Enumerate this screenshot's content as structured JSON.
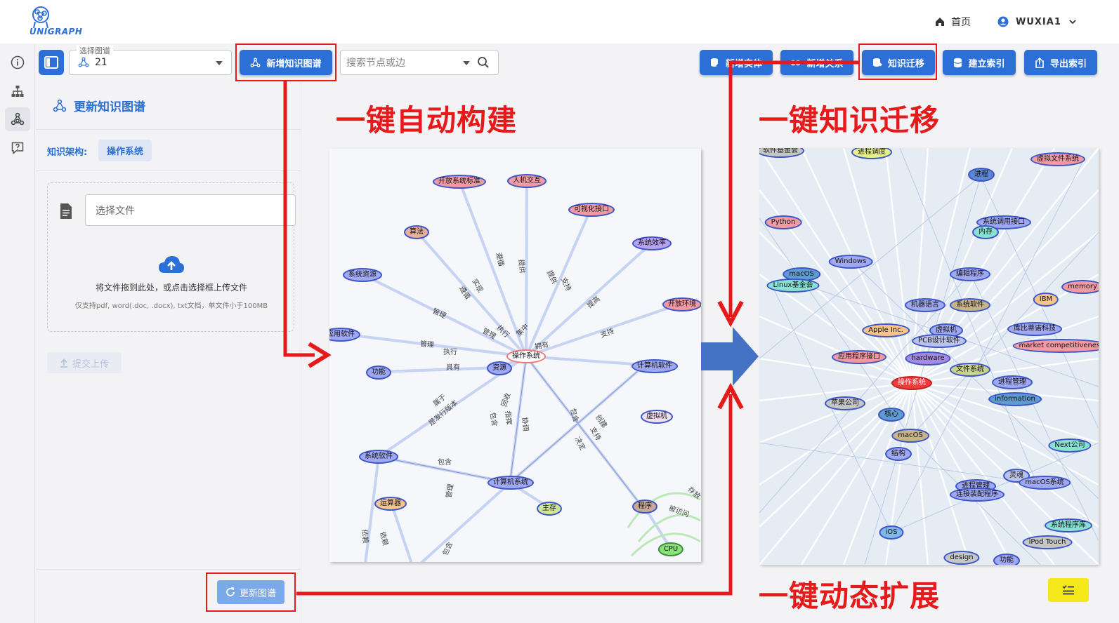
{
  "brand": {
    "logo_text": "UNIGRAPH"
  },
  "header": {
    "home_label": "首页",
    "user_name": "WUXIA1"
  },
  "toolbar": {
    "select_label": "选择图谱",
    "select_value": "21",
    "new_graph_button": "新增知识图谱",
    "search_placeholder": "搜索节点或边",
    "add_entity_button": "新增实体",
    "add_relation_button": "新增关系",
    "migrate_button": "知识迁移",
    "build_index_button": "建立索引",
    "export_index_button": "导出索引"
  },
  "panel": {
    "title": "更新知识图谱",
    "arch_label": "知识架构:",
    "arch_value": "操作系统",
    "file_placeholder": "选择文件",
    "drop_text": "将文件拖到此处，或点击选择框上传文件",
    "drop_hint": "仅支持pdf, word(.doc, .docx), txt文档，单文件小于100MB",
    "submit_button": "提交上传",
    "update_button": "更新图谱"
  },
  "captions": {
    "auto_build": "一键自动构建",
    "knowledge_migrate": "一键知识迁移",
    "dynamic_expand": "一键动态扩展"
  },
  "colors": {
    "primary": "#2c6fd6",
    "annotation_red": "#e61a1a",
    "accent_yellow": "#f5e81a"
  },
  "left_graph": {
    "nodes": [
      "开放系统标准",
      "人机交互",
      "可视化接口",
      "算法",
      "系统效率",
      "系统资源",
      "开放环境",
      "应用软件",
      "操作系统",
      "计算机软件",
      "功能",
      "资源",
      "虚拟机",
      "系统软件",
      "计算机系统",
      "运算器",
      "主存",
      "程序",
      "CPU"
    ],
    "edge_labels": [
      "遵循",
      "提供",
      "提供",
      "支持",
      "实现",
      "遵循",
      "管理",
      "提高",
      "管理",
      "支持",
      "执行",
      "管理",
      "执行",
      "具有",
      "集中",
      "拥有",
      "属于",
      "是发行版本",
      "回收",
      "指挥",
      "协调",
      "包含",
      "包含",
      "创建",
      "支持",
      "决定",
      "包含",
      "管理",
      "依赖",
      "依赖",
      "包含",
      "被访问",
      "存放"
    ]
  },
  "right_graph": {
    "nodes": [
      "软件基金会",
      "进程调度",
      "虚拟文件系统",
      "进程",
      "Python",
      "系统调用接口",
      "内存",
      "macOS",
      "Windows",
      "Linux基金会",
      "编辑程序",
      "memory",
      "机器语言",
      "系统软件",
      "IBM",
      "Apple Inc.",
      "虚拟机",
      "PCB设计软件",
      "库比蒂诺科技",
      "market competitiveness",
      "应用程序接口",
      "hardware",
      "文件系统",
      "操作系统",
      "进程管理",
      "information",
      "苹果公司",
      "核心",
      "macOS",
      "Next公司",
      "结构",
      "灵魂",
      "macOS系统",
      "进程管理",
      "连接装配程序",
      "系统程序库",
      "iOS",
      "iPod Touch",
      "design",
      "功能"
    ]
  }
}
